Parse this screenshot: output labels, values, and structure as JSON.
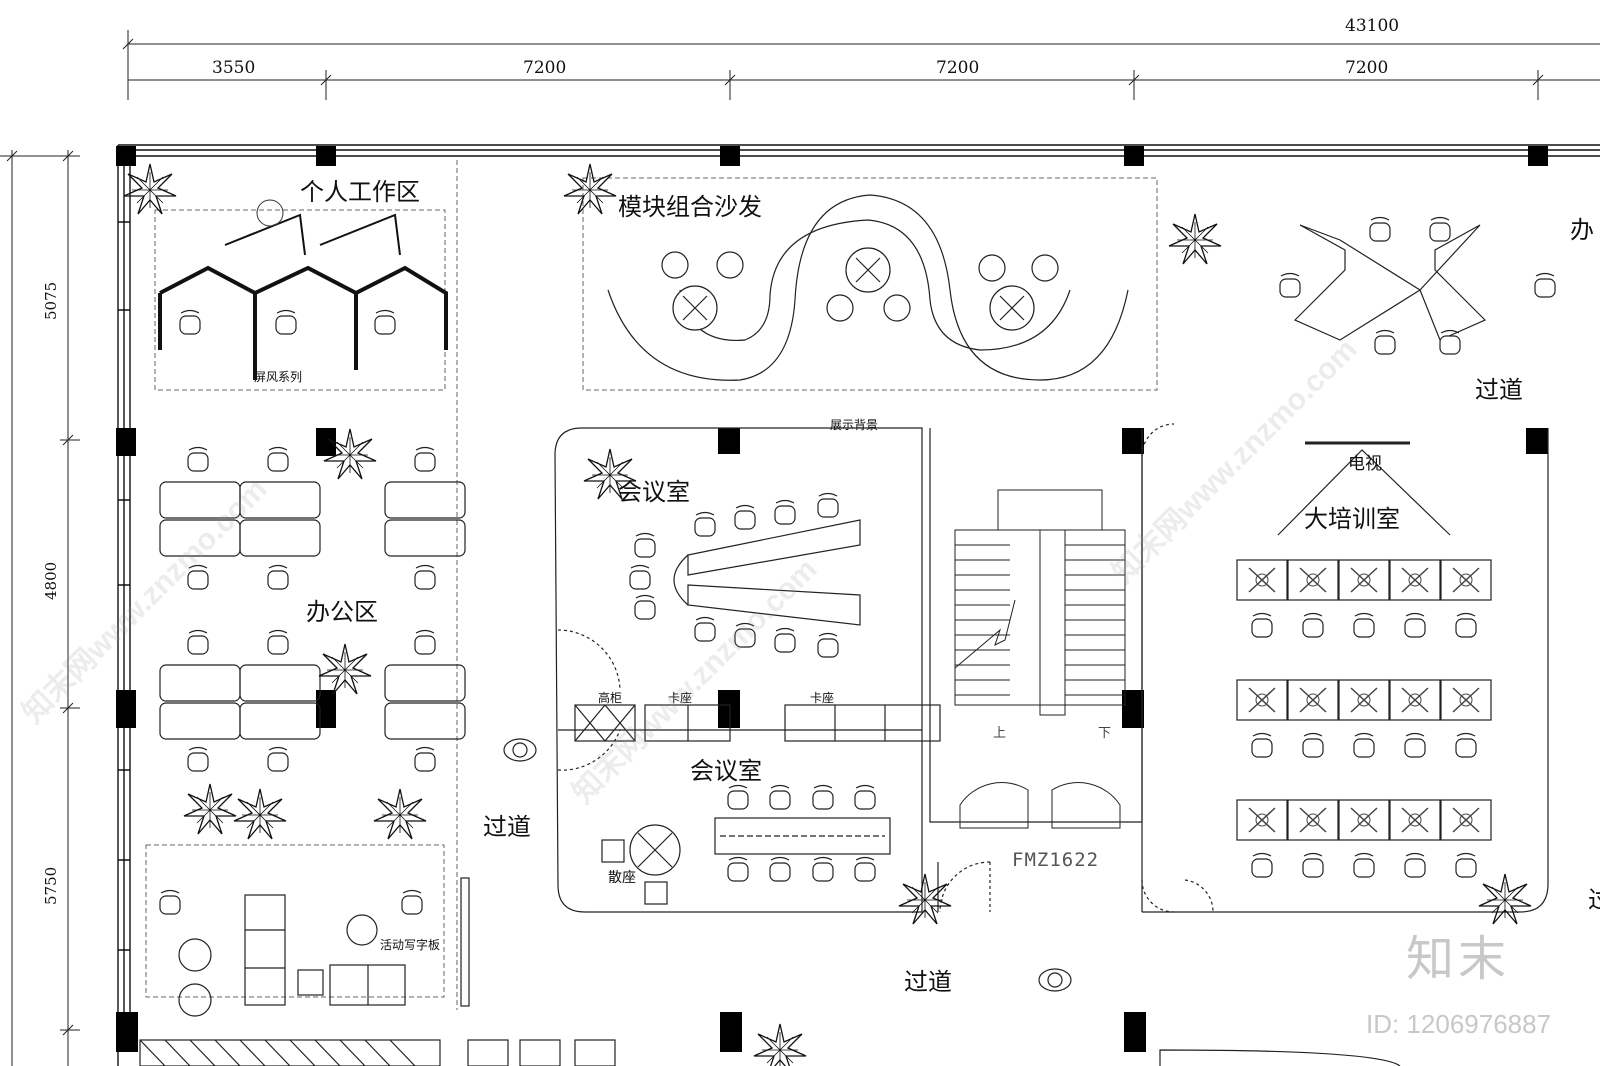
{
  "colors": {
    "line": "#111111",
    "pillar": "#000000",
    "light_line": "#777777",
    "watermark": "#c8c8c8"
  },
  "dimensions": {
    "total": "43100",
    "top": [
      "3550",
      "7200",
      "7200",
      "7200"
    ],
    "left": [
      "5075",
      "4800",
      "5750"
    ]
  },
  "rooms": {
    "personal_workspace": "个人工作区",
    "screen_series": "屏风系列",
    "modular_sofa": "模块组合沙发",
    "office_right": "办",
    "corridor_top_right": "过道",
    "display_background": "展示背景",
    "meeting_room_1": "会议室",
    "tv": "电视",
    "large_training_room": "大培训室",
    "office_area": "办公区",
    "high_cabinet": "高柜",
    "booth_seat_1": "卡座",
    "booth_seat_2": "卡座",
    "meeting_room_2": "会议室",
    "scattered_seating": "散座",
    "corridor_left": "过道",
    "movable_whiteboard": "活动写字板",
    "corridor_bottom": "过道",
    "fire_door": "FMZ1622",
    "stair_up": "上",
    "stair_down": "下",
    "right_edge_cut": "过"
  },
  "watermark": {
    "brand": "知末",
    "id": "ID: 1206976887",
    "site": "知末网www.znzmo.com"
  }
}
